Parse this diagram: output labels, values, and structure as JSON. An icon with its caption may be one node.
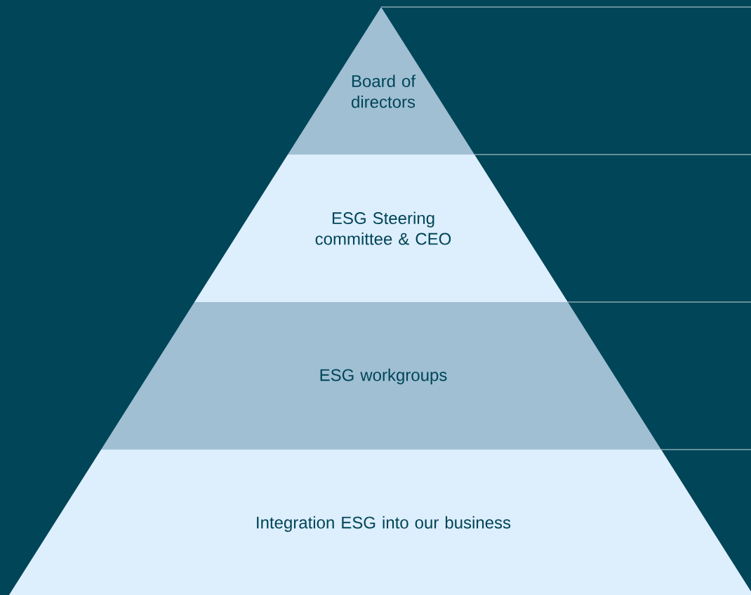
{
  "diagram": {
    "nodes": [
      {
        "text": [
          "Board of directors"
        ]
      },
      {
        "text": [
          "ESG Steering committee & CEO"
        ]
      },
      {
        "text": [
          "ESG workgroups"
        ]
      },
      {
        "text": [
          "Integration ESG into our business"
        ]
      }
    ]
  }
}
